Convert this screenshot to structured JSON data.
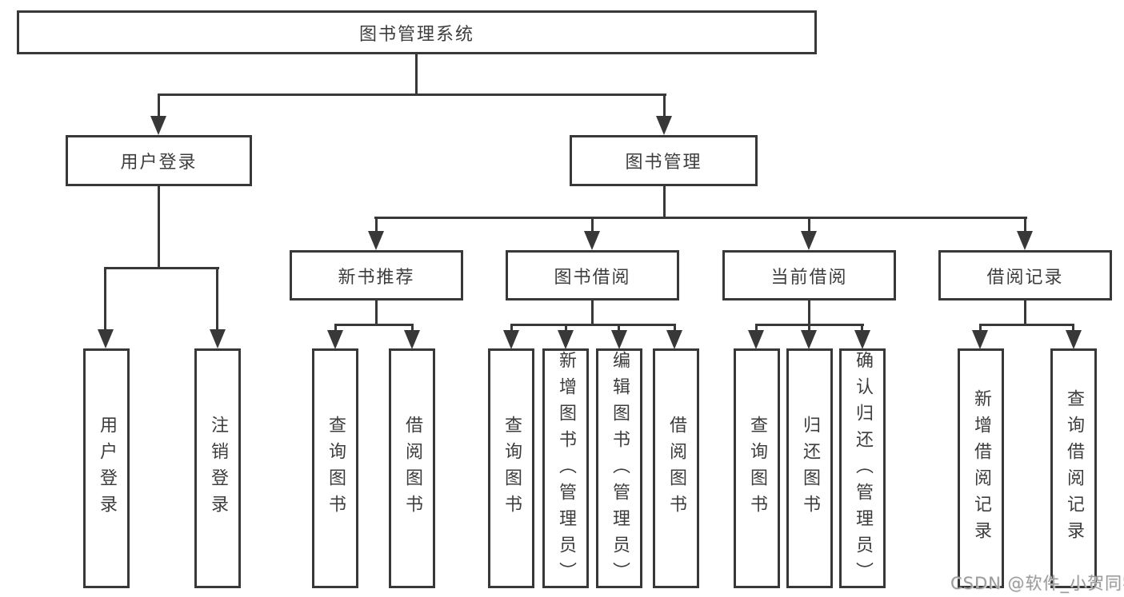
{
  "tree": {
    "root": "图书管理系统",
    "login_branch": {
      "label": "用户登录",
      "children": [
        "用户登录",
        "注销登录"
      ]
    },
    "mgmt_branch": {
      "label": "图书管理",
      "sections": [
        {
          "label": "新书推荐",
          "children": [
            "查询图书",
            "借阅图书"
          ]
        },
        {
          "label": "图书借阅",
          "children": [
            "查询图书",
            "新增图书（管理员）",
            "编辑图书（管理员）",
            "借阅图书"
          ]
        },
        {
          "label": "当前借阅",
          "children": [
            "查询图书",
            "归还图书",
            "确认归还（管理员）"
          ]
        },
        {
          "label": "借阅记录",
          "children": [
            "新增借阅记录",
            "查询借阅记录"
          ]
        }
      ]
    }
  },
  "watermark": "CSDN @软件_小贺同学",
  "colors": {
    "line": "#383838",
    "text": "#3d3d3d",
    "watermark": "#9b9b9b",
    "background": "#ffffff"
  }
}
